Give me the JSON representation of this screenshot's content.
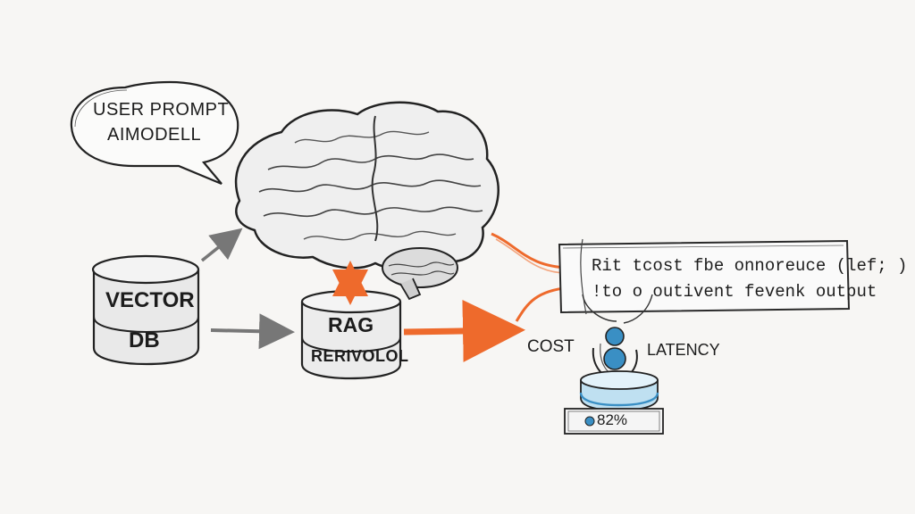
{
  "diagram": {
    "speech_bubble": {
      "line1": "USER PROMPT",
      "line2": "AIMODELL"
    },
    "vector_db": {
      "line1": "VECTOR",
      "line2": "DB"
    },
    "rag_block": {
      "line1": "RAG",
      "line2": "RERIVOLOL"
    },
    "output_box": {
      "line1": "Rit tcost fbe onnoreuce (lef; )",
      "line2": "!to o outivent fevenk output"
    },
    "metrics": {
      "cost": "COST",
      "latency": "LATENCY",
      "badge": "82%"
    },
    "colors": {
      "accent_arrow": "#ee6a2c",
      "sketch_ink": "#2a2a2a",
      "metric_blue": "#3a8fc4"
    }
  }
}
